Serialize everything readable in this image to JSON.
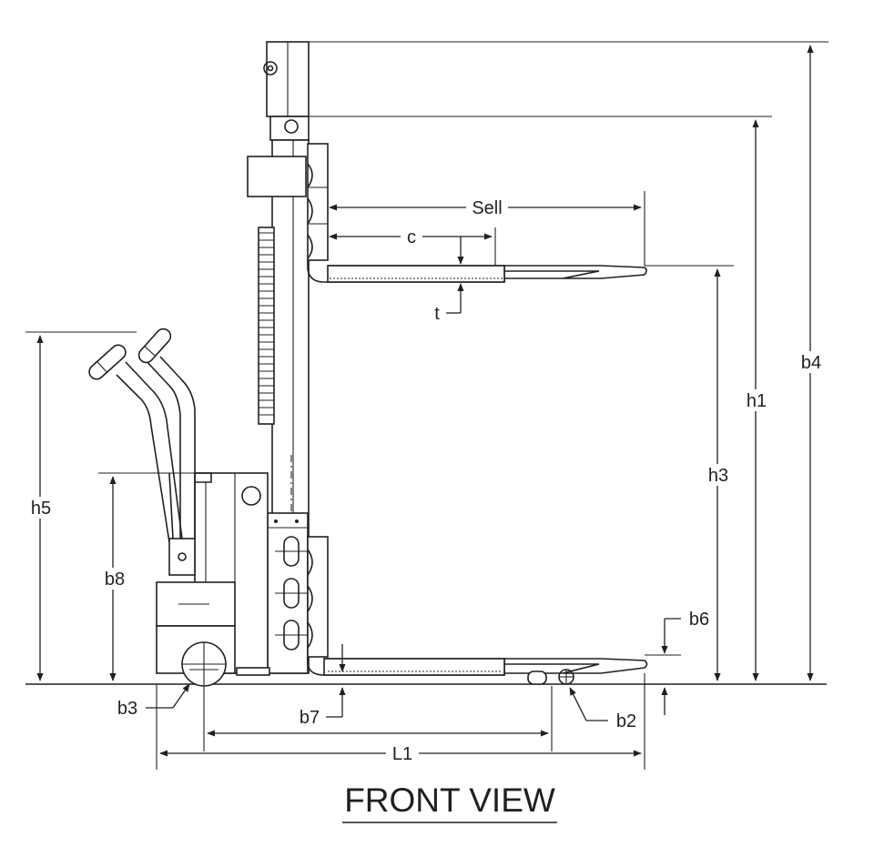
{
  "title": "FRONT VIEW",
  "labels": {
    "sell": "Sell",
    "c": "c",
    "t": "t",
    "b4": "b4",
    "h1": "h1",
    "h3": "h3",
    "h5": "h5",
    "b8": "b8",
    "b6": "b6",
    "b3": "b3",
    "b7": "b7",
    "b2": "b2",
    "l1": "L1"
  },
  "colors": {
    "line": "#231f20",
    "background": "#ffffff"
  }
}
